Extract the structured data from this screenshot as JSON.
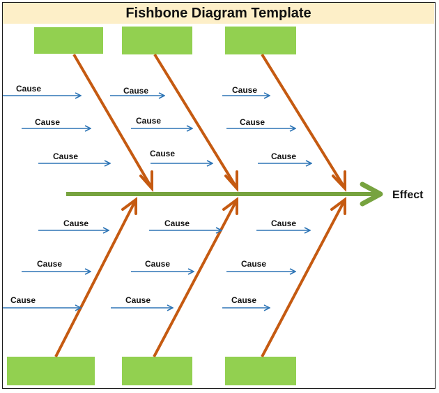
{
  "title": "Fishbone Diagram Template",
  "effect_label": "Effect",
  "colors": {
    "title_background": "#fdefc8",
    "category_box": "#92d050",
    "spine": "#77a33f",
    "bone": "#c55a11",
    "cause_arrow": "#2e75b6"
  },
  "categories": {
    "top": [
      "",
      "",
      ""
    ],
    "bottom": [
      "",
      "",
      ""
    ]
  },
  "causes": {
    "top": [
      [
        "Cause",
        "Cause",
        "Cause"
      ],
      [
        "Cause",
        "Cause",
        "Cause"
      ],
      [
        "Cause",
        "Cause",
        "Cause"
      ]
    ],
    "bottom": [
      [
        "Cause",
        "Cause",
        "Cause"
      ],
      [
        "Cause",
        "Cause",
        "Cause"
      ],
      [
        "Cause",
        "Cause",
        "Cause"
      ]
    ]
  }
}
